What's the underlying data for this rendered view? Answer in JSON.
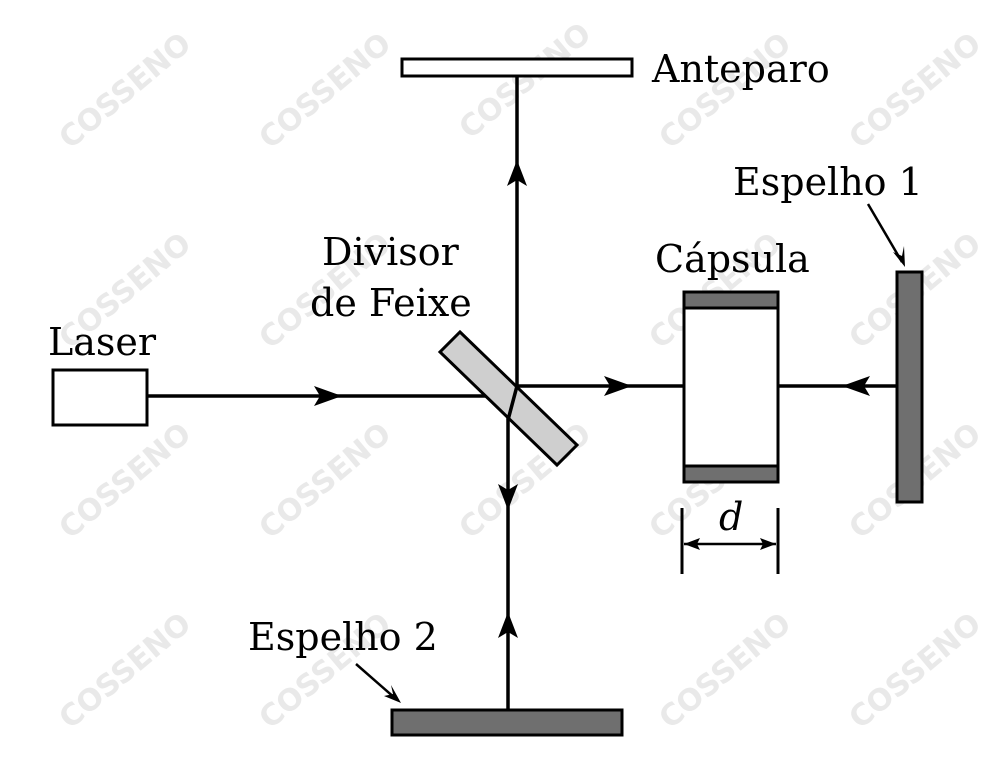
{
  "labels": {
    "anteparo": "Anteparo",
    "espelho1": "Espelho 1",
    "capsula": "Cápsula",
    "divisor_line1": "Divisor",
    "divisor_line2": "de Feixe",
    "laser": "Laser",
    "espelho2": "Espelho 2",
    "d": "d"
  },
  "watermark": {
    "text": "COSSENO"
  },
  "colors": {
    "mirror_fill": "#6f6f6f",
    "splitter_fill": "#cfcfcf",
    "watermark": "#e9e9e9",
    "line": "#000000"
  }
}
